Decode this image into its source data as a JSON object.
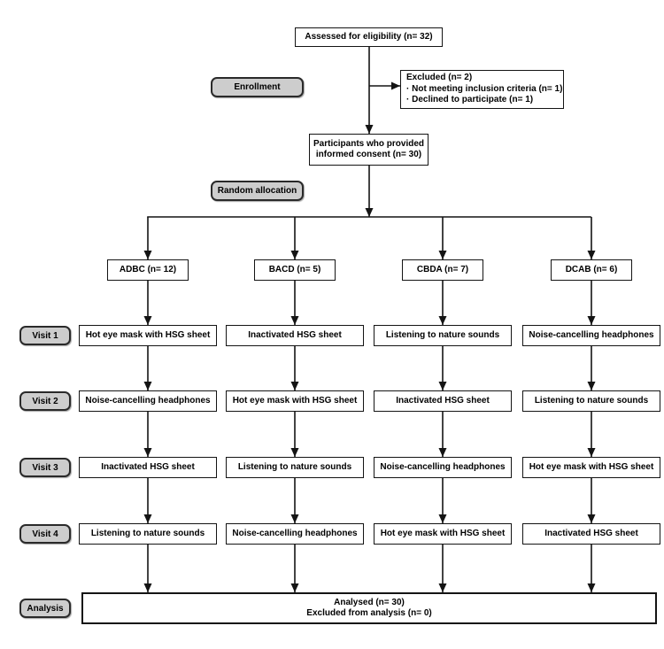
{
  "colors": {
    "pill_fill": "#cdcdcd",
    "line_color": "#141414",
    "box_fill": "#ffffff",
    "background": "#ffffff"
  },
  "flow": {
    "assessed": "Assessed for eligibility (n= 32)",
    "excluded": {
      "title": "Excluded (n= 2)",
      "items": [
        "· Not meeting inclusion criteria (n= 1)",
        "· Declined to participate (n= 1)"
      ]
    },
    "consent": {
      "line1": "Participants who provided",
      "line2": "informed consent (n= 30)"
    },
    "analysis": {
      "line1": "Analysed (n= 30)",
      "line2": "Excluded from analysis (n= 0)"
    }
  },
  "stage_labels": {
    "enrollment": "Enrollment",
    "random_allocation": "Random allocation",
    "visit1": "Visit 1",
    "visit2": "Visit 2",
    "visit3": "Visit 3",
    "visit4": "Visit 4",
    "analysis": "Analysis"
  },
  "groups": [
    {
      "label": "ADBC (n= 12)",
      "visits": [
        "Hot eye mask with HSG sheet",
        "Noise-cancelling headphones",
        "Inactivated HSG sheet",
        "Listening to nature sounds"
      ]
    },
    {
      "label": "BACD (n= 5)",
      "visits": [
        "Inactivated HSG sheet",
        "Hot eye mask with HSG sheet",
        "Listening to nature sounds",
        "Noise-cancelling headphones"
      ]
    },
    {
      "label": "CBDA (n= 7)",
      "visits": [
        "Listening to nature sounds",
        "Inactivated HSG sheet",
        "Noise-cancelling headphones",
        "Hot eye mask with HSG sheet"
      ]
    },
    {
      "label": "DCAB (n= 6)",
      "visits": [
        "Noise-cancelling headphones",
        "Listening to nature sounds",
        "Hot eye mask with HSG sheet",
        "Inactivated HSG sheet"
      ]
    }
  ]
}
